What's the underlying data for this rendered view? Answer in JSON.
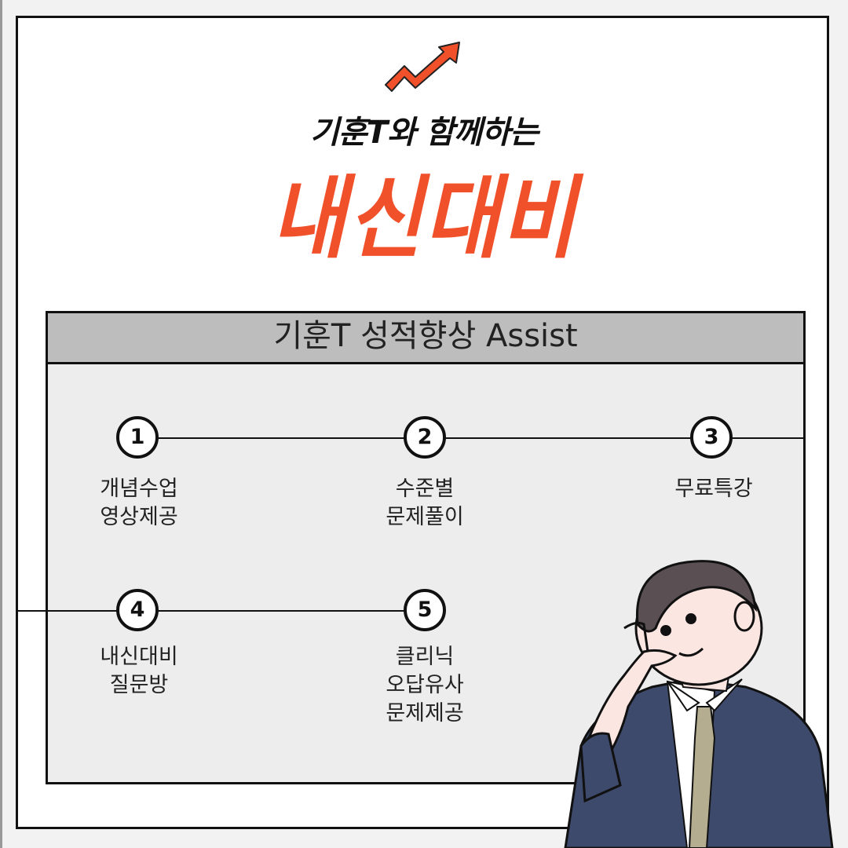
{
  "header": {
    "subtitle": "기훈T와 함께하는",
    "title": "내신대비"
  },
  "panel": {
    "title": "기훈T 성적향상 Assist",
    "steps": [
      {
        "number": "1",
        "label": "개념수업\n영상제공"
      },
      {
        "number": "2",
        "label": "수준별\n문제풀이"
      },
      {
        "number": "3",
        "label": "무료특강"
      },
      {
        "number": "4",
        "label": "내신대비\n질문방"
      },
      {
        "number": "5",
        "label": "클리닉\n오답유사\n문제제공"
      }
    ]
  },
  "colors": {
    "accent": "#f0502a",
    "panel_bg": "#ededed",
    "panel_header_bg": "#bdbdbd",
    "suit": "#3d4a6b",
    "tie": "#b5ad8f"
  },
  "icons": [
    "trend-up-arrow-icon",
    "thinking-man-illustration"
  ]
}
